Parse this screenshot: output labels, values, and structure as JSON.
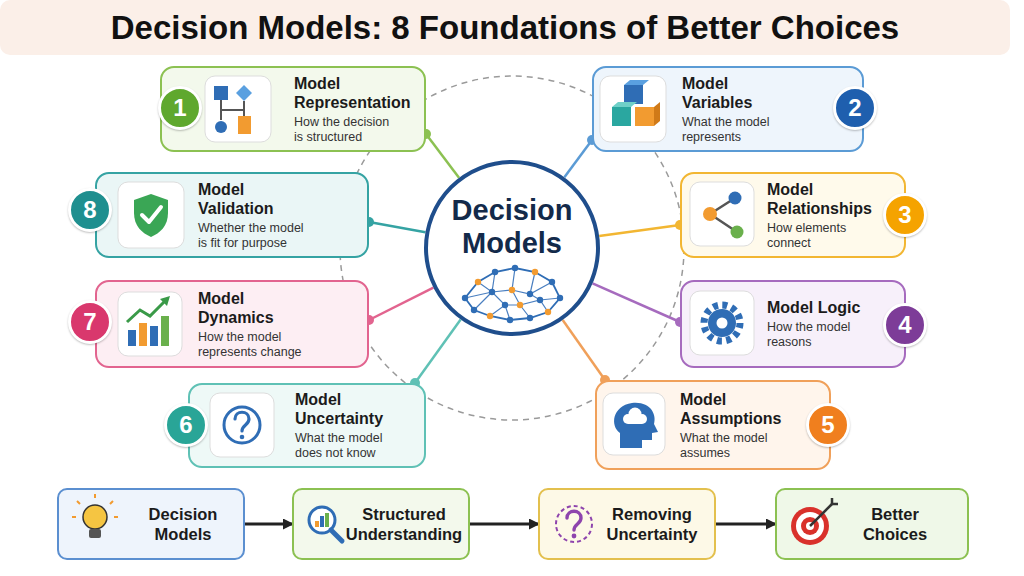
{
  "diagram": {
    "title": "Decision Models: 8 Foundations of Better Choices",
    "nodes": [
      {
        "text": [
          "Decision Models"
        ]
      },
      {
        "text": [
          "Model Representation",
          "How the decision is structured"
        ]
      },
      {
        "text": [
          "1"
        ],
        "in": 1
      },
      {
        "text": [
          "Model Variables",
          "What the model represents"
        ]
      },
      {
        "text": [
          "2"
        ],
        "in": 3
      },
      {
        "text": [
          "Model Relationships",
          "How elements connect"
        ]
      },
      {
        "text": [
          "3"
        ],
        "in": 5
      },
      {
        "text": [
          "Model Logic",
          "How the model reasons"
        ]
      },
      {
        "text": [
          "4"
        ],
        "in": 7
      },
      {
        "text": [
          "Model Assumptions",
          "What the model assumes"
        ]
      },
      {
        "text": [
          "5"
        ],
        "in": 9
      },
      {
        "text": [
          "Model Uncertainty",
          "What the model does not know"
        ]
      },
      {
        "text": [
          "6"
        ],
        "in": 11
      },
      {
        "text": [
          "Model Dynamics",
          "How the model represents change"
        ]
      },
      {
        "text": [
          "7"
        ],
        "in": 13
      },
      {
        "text": [
          "Model Validation",
          "Whether the model is fit for purpose"
        ]
      },
      {
        "text": [
          "8"
        ],
        "in": 15
      },
      {
        "text": [
          "Decision Models"
        ]
      },
      {
        "text": [
          "Structured Understanding"
        ]
      },
      {
        "text": [
          "Removing Uncertainty"
        ]
      },
      {
        "text": [
          "Better Choices"
        ]
      }
    ],
    "edges": [
      {
        "from": 0,
        "to": 1,
        "arrow": "none"
      },
      {
        "from": 0,
        "to": 3,
        "arrow": "none"
      },
      {
        "from": 0,
        "to": 5,
        "arrow": "none"
      },
      {
        "from": 0,
        "to": 7,
        "arrow": "none"
      },
      {
        "from": 0,
        "to": 9,
        "arrow": "none"
      },
      {
        "from": 0,
        "to": 11,
        "arrow": "none"
      },
      {
        "from": 0,
        "to": 13,
        "arrow": "none"
      },
      {
        "from": 0,
        "to": 15,
        "arrow": "none"
      },
      {
        "from": 17,
        "to": 18,
        "arrow": "to"
      },
      {
        "from": 18,
        "to": 19,
        "arrow": "to"
      },
      {
        "from": 19,
        "to": 20,
        "arrow": "to"
      }
    ]
  }
}
